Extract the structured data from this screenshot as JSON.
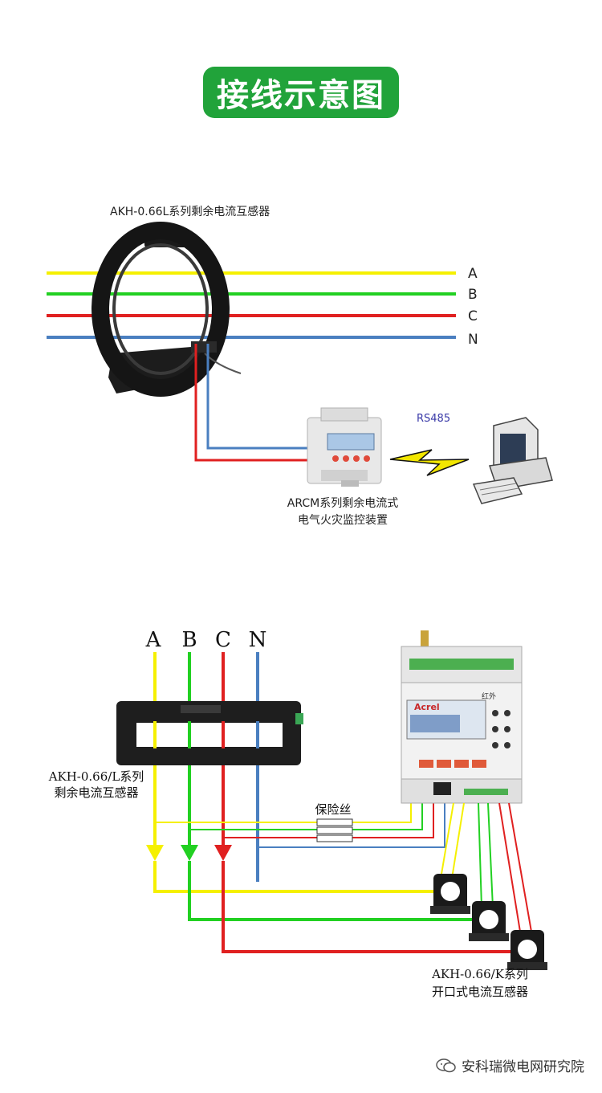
{
  "title": "接线示意图",
  "diagram1": {
    "ct_label": "AKH-0.66L系列剩余电流互感器",
    "phases": [
      "A",
      "B",
      "C",
      "N"
    ],
    "rs485": "RS485",
    "device_label_line1": "ARCM系列剩余电流式",
    "device_label_line2": "电气火灾监控装置"
  },
  "diagram2": {
    "phases": [
      "A",
      "B",
      "C",
      "N"
    ],
    "ct_l_line1": "AKH-0.66/L系列",
    "ct_l_line2": "剩余电流互感器",
    "fuse_label": "保险丝",
    "ct_k_line1": "AKH-0.66/K系列",
    "ct_k_line2": "开口式电流互感器",
    "device_brand": "Acrel",
    "device_red_label": "红外"
  },
  "watermark": "安科瑞微电网研究院",
  "colors": {
    "yellow": "#f5f000",
    "green": "#22d022",
    "red": "#e02020",
    "blue": "#4a7fc0",
    "badge": "#21a33a"
  }
}
